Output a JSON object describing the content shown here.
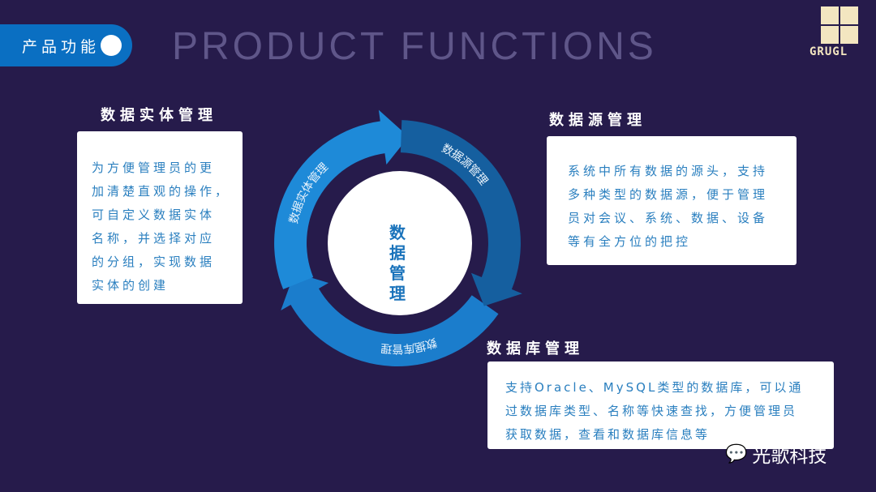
{
  "header": {
    "section_label": "产品功能",
    "title": "PRODUCT FUNCTIONS"
  },
  "logo": {
    "text": "GRUGL"
  },
  "diagram": {
    "center": "数据管理",
    "arcs": [
      "数据实体管理",
      "数据源管理",
      "数据库管理"
    ],
    "colors": {
      "left": "#1e8ad8",
      "top": "#155f9f",
      "bottom": "#1b7dcc"
    }
  },
  "sections": [
    {
      "title": "数据实体管理",
      "lines": [
        "为方便管理员的更",
        "加清楚直观的操作，",
        "可自定义数据实体",
        "名称，并选择对应",
        "的分组，实现数据",
        "实体的创建"
      ]
    },
    {
      "title": "数据源管理",
      "lines": [
        "系统中所有数据的源头，支持",
        "多种类型的数据源，便于管理",
        "员对会议、系统、数据、设备",
        "等有全方位的把控"
      ]
    },
    {
      "title": "数据库管理",
      "lines": [
        "支持Oracle、MySQL类型的数据库，可以通",
        "过数据库类型、名称等快速查找，方便管理员",
        "获取数据，查看和数据库信息等"
      ]
    }
  ],
  "watermark": "光歌科技"
}
